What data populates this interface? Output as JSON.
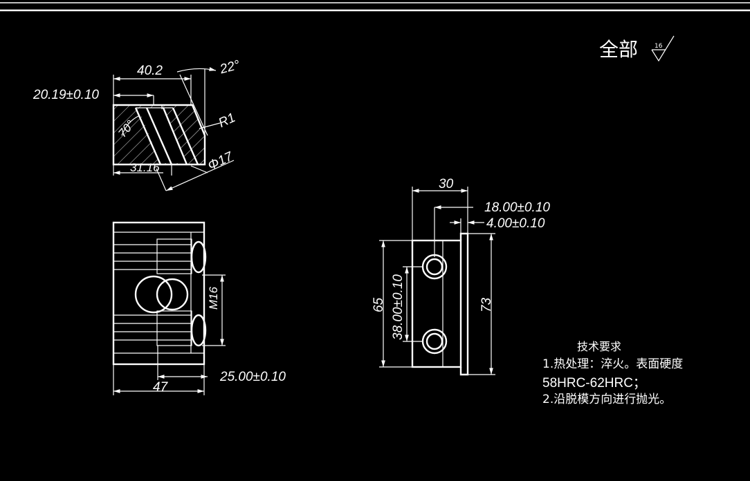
{
  "colors": {
    "background": "#000000",
    "lines": "#ffffff"
  },
  "roughness": {
    "prefix": "全部",
    "value": "16"
  },
  "top_view": {
    "dim_width": "40.2",
    "dim_angle": "22°",
    "dim_offset": "20.19±0.10",
    "dim_radius": "R1",
    "dim_angle_hatch": "70°",
    "dim_bottom": "31.16",
    "dim_diameter": "Φ17"
  },
  "front_view": {
    "dim_thread": "M16",
    "dim_offset": "25.00±0.10",
    "dim_width": "47"
  },
  "side_view": {
    "dim_width": "30",
    "dim_offset_a": "18.00±0.10",
    "dim_offset_b": "4.00±0.10",
    "dim_height": "65",
    "dim_hole_spacing": "38.00±0.10",
    "dim_total_height": "73"
  },
  "notes": {
    "title": "技术要求",
    "line1": "1.热处理：淬火。表面硬度",
    "line2": "58HRC-62HRC；",
    "line3": "2.沿脱模方向进行抛光。"
  }
}
